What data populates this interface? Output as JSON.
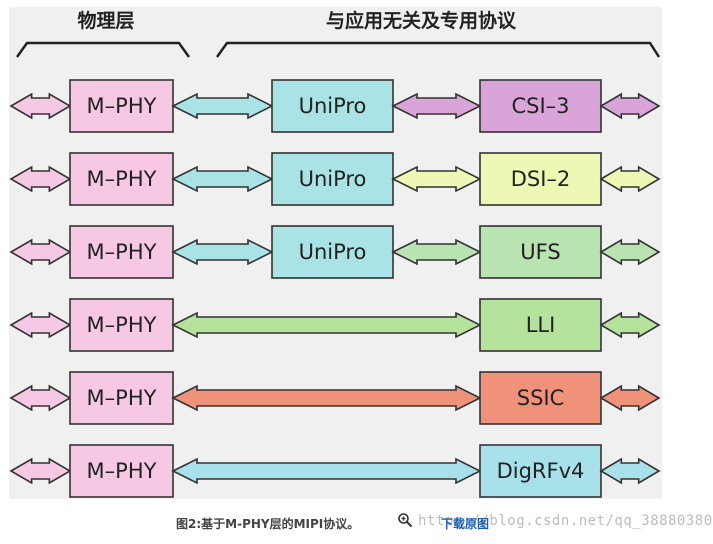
{
  "headers": {
    "physical_layer": "物理层",
    "app_protocols": "与应用无关及专用协议"
  },
  "colors": {
    "phy": "#f6c8e4",
    "unipro": "#a9e3e6",
    "csi3": "#d9a5d8",
    "dsi2": "#eef7b4",
    "ufs": "#b9e3b0",
    "lli": "#b5e39d",
    "ssic": "#f0917a",
    "digrf": "#a9e1ea",
    "stroke": "#333333"
  },
  "rows": [
    {
      "phy": "M–PHY",
      "mid": "UniPro",
      "protocol": "CSI–3",
      "protocol_color": "csi3",
      "phy_arrow": "unipro",
      "mid_arrow": "csi3",
      "end_arrow": "csi3"
    },
    {
      "phy": "M–PHY",
      "mid": "UniPro",
      "protocol": "DSI–2",
      "protocol_color": "dsi2",
      "phy_arrow": "unipro",
      "mid_arrow": "dsi2",
      "end_arrow": "dsi2"
    },
    {
      "phy": "M–PHY",
      "mid": "UniPro",
      "protocol": "UFS",
      "protocol_color": "ufs",
      "phy_arrow": "unipro",
      "mid_arrow": "ufs",
      "end_arrow": "ufs"
    },
    {
      "phy": "M–PHY",
      "mid": "",
      "protocol": "LLI",
      "protocol_color": "lli",
      "long_arrow": "lli",
      "end_arrow": "lli"
    },
    {
      "phy": "M–PHY",
      "mid": "",
      "protocol": "SSIC",
      "protocol_color": "ssic",
      "long_arrow": "ssic",
      "end_arrow": "ssic"
    },
    {
      "phy": "M–PHY",
      "mid": "",
      "protocol": "DigRFv4",
      "protocol_color": "digrf",
      "long_arrow": "digrf",
      "end_arrow": "digrf"
    }
  ],
  "caption": {
    "text": "图2:基于M-PHY层的MIPI协议。",
    "zoom_icon": "zoom-in-icon",
    "link": "下载原图",
    "watermark": "https://blog.csdn.net/qq_38880380"
  }
}
